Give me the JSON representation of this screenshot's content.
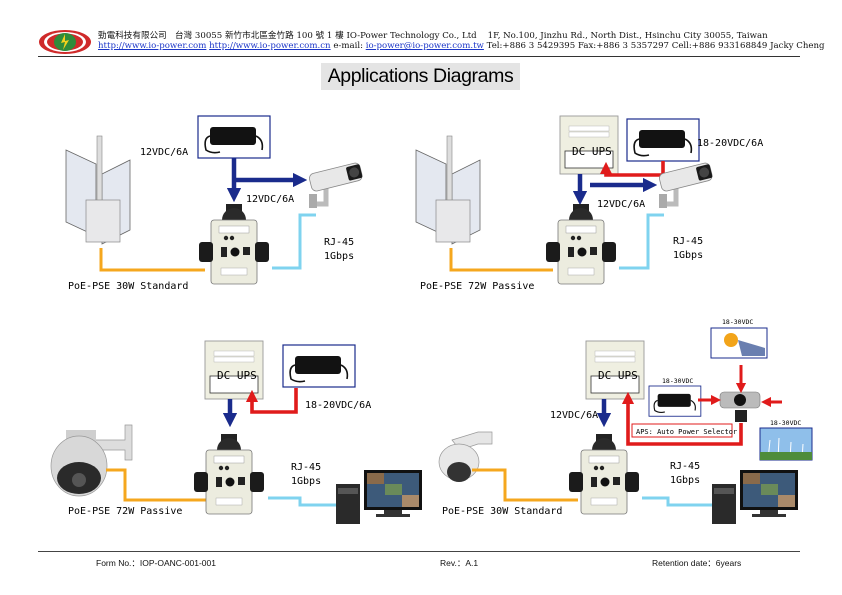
{
  "header": {
    "company_cn": "勁電科技有限公司",
    "address_cn": "台灣 30055 新竹市北區金竹路 100 號 1 樓",
    "company_en": "IO-Power Technology Co., Ltd",
    "address_en": "1F, No.100, Jinzhu Rd., North Dist., Hsinchu City 30055, Taiwan",
    "url1": "http://www.io-power.com",
    "url2": "http://www.io-power.com.cn",
    "email_label": "e-mail:",
    "email": "io-power@io-power.com.tw",
    "contact": "Tel:+886 3 5429395 Fax:+886 3 5357297 Cell:+886 933168849 Jacky Cheng"
  },
  "title": "Applications Diagrams",
  "diagrams": {
    "d1": {
      "adapter_label": "12VDC/6A",
      "output_label": "12VDC/6A",
      "rj45": "RJ-45",
      "speed": "1Gbps",
      "caption": "PoE-PSE 30W Standard"
    },
    "d2": {
      "ups": "DC UPS",
      "adapter_label": "18-20VDC/6A",
      "output_label": "12VDC/6A",
      "rj45": "RJ-45",
      "speed": "1Gbps",
      "caption": "PoE-PSE 72W Passive"
    },
    "d3": {
      "ups": "DC UPS",
      "adapter_label": "18-20VDC/6A",
      "rj45": "RJ-45",
      "speed": "1Gbps",
      "caption": "PoE-PSE 72W Passive"
    },
    "d4": {
      "ups": "DC UPS",
      "output_label": "12VDC/6A",
      "src1": "18-30VDC",
      "src2": "18-30VDC",
      "src3": "18-30VDC",
      "aps": "APS: Auto Power Selector",
      "rj45": "RJ-45",
      "speed": "1Gbps",
      "caption": "PoE-PSE 30W Standard"
    }
  },
  "footer": {
    "form_no": "Form No.：IOP-OANC-001-001",
    "rev": "Rev.：A.1",
    "retention": "Retention date：6years"
  }
}
